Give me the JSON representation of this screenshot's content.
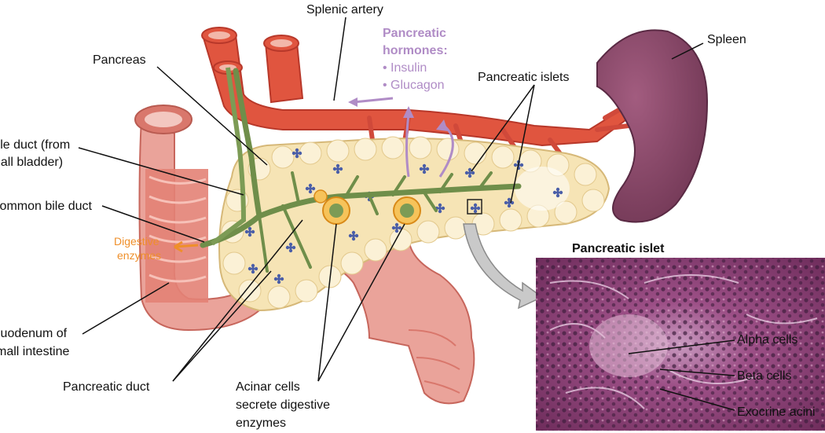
{
  "labels": {
    "splenic_artery": "Splenic artery",
    "pancreas": "Pancreas",
    "spleen": "Spleen",
    "pancreatic_islets": "Pancreatic islets",
    "bile_duct_line1": "Bile duct (from",
    "bile_duct_line2": "gall bladder)",
    "common_bile_duct": "Common bile duct",
    "duodenum_line1": "Duodenum of",
    "duodenum_line2": "small intestine",
    "pancreatic_duct": "Pancreatic duct",
    "acinar_line1": "Acinar cells",
    "acinar_line2": "secrete digestive",
    "acinar_line3": "enzymes",
    "pancreatic_islet_title": "Pancreatic islet",
    "alpha_cells": "Alpha cells",
    "beta_cells": "Beta cells",
    "exocrine_acini": "Exocrine acini"
  },
  "hormones": {
    "title_line1": "Pancreatic",
    "title_line2": "hormones:",
    "item1": "• Insulin",
    "item2": "• Glucagon"
  },
  "enzymes": {
    "line1": "Digestive",
    "line2": "enzymes"
  },
  "colors": {
    "artery": "#e0553f",
    "artery_dark": "#b8382a",
    "pancreas": "#f6e4b5",
    "lobule": "#f9efcf",
    "islet": "#4a5ea8",
    "duct": "#7c9b55",
    "intestine": "#eaa39a",
    "intestine_dark": "#d9776c",
    "spleen": "#8a4a6b",
    "hormone_arrow": "#b08cc6",
    "enzyme_arrow": "#ef8f2a",
    "histology": "#8a3f6f"
  }
}
